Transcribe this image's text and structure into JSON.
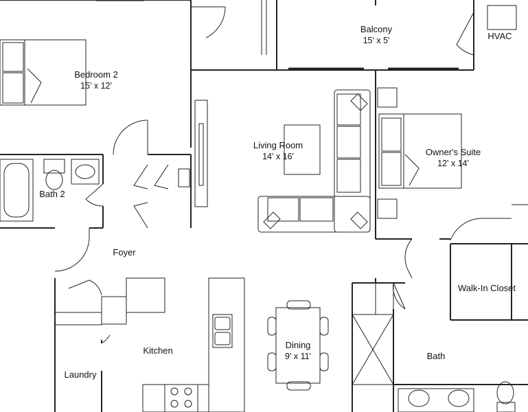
{
  "rooms": {
    "balcony": {
      "name": "Balcony",
      "dims": "15' x 5'"
    },
    "hvac": {
      "name": "HVAC"
    },
    "bedroom2": {
      "name": "Bedroom 2",
      "dims": "15' x 12'"
    },
    "living_room": {
      "name": "Living Room",
      "dims": "14' x 16'"
    },
    "owners_suite": {
      "name": "Owner's Suite",
      "dims": "12' x 14'"
    },
    "bath2": {
      "name": "Bath 2"
    },
    "foyer": {
      "name": "Foyer"
    },
    "walk_in_closet": {
      "name": "Walk-In Closet"
    },
    "kitchen": {
      "name": "Kitchen"
    },
    "dining": {
      "name": "Dining",
      "dims": "9' x 11'"
    },
    "bath": {
      "name": "Bath"
    },
    "laundry": {
      "name": "Laundry"
    }
  }
}
